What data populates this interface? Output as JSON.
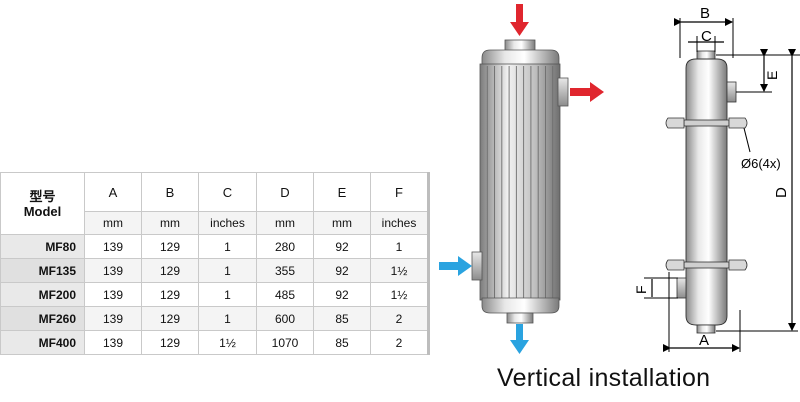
{
  "table": {
    "model_header_cn": "型号",
    "model_header_en": "Model",
    "columns": [
      "A",
      "B",
      "C",
      "D",
      "E",
      "F"
    ],
    "units": [
      "mm",
      "mm",
      "inches",
      "mm",
      "mm",
      "inches"
    ],
    "rows": [
      {
        "model": "MF80",
        "values": [
          "139",
          "129",
          "1",
          "280",
          "92",
          "1"
        ]
      },
      {
        "model": "MF135",
        "values": [
          "139",
          "129",
          "1",
          "355",
          "92",
          "1½"
        ]
      },
      {
        "model": "MF200",
        "values": [
          "139",
          "129",
          "1",
          "485",
          "92",
          "1½"
        ]
      },
      {
        "model": "MF260",
        "values": [
          "139",
          "129",
          "1",
          "600",
          "85",
          "2"
        ]
      },
      {
        "model": "MF400",
        "values": [
          "139",
          "129",
          "1½",
          "1070",
          "85",
          "2"
        ]
      }
    ]
  },
  "dimension_labels": {
    "a": "A",
    "b": "B",
    "c": "C",
    "d": "D",
    "e": "E",
    "f": "F",
    "hole": "Ø6(4x)"
  },
  "caption": "Vertical installation",
  "colors": {
    "hot_arrow": "#e0262e",
    "cold_arrow": "#2aa3e0",
    "table_header": "#e3e3e3"
  }
}
